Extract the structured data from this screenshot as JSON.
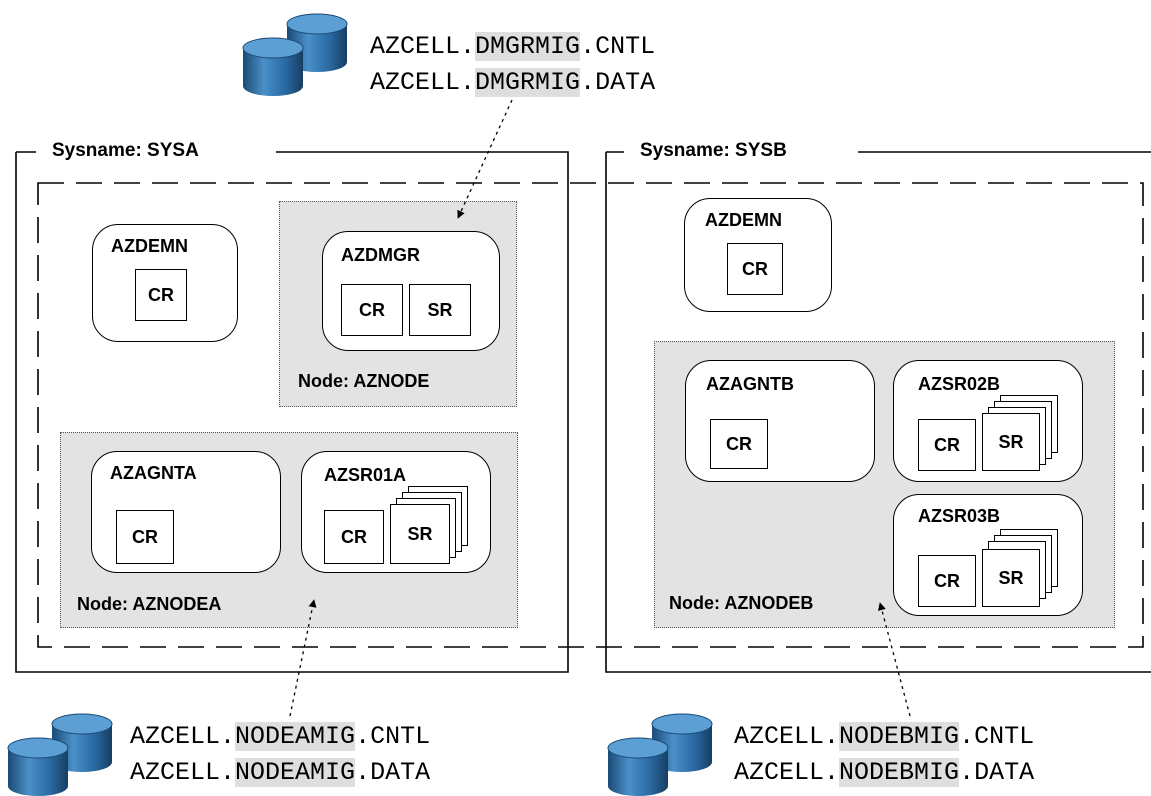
{
  "datasets": {
    "dmgr": {
      "prefix": "AZCELL.",
      "mid": "DMGRMIG",
      "cntl": ".CNTL",
      "data": ".DATA"
    },
    "nodea": {
      "prefix": "AZCELL.",
      "mid": "NODEAMIG",
      "cntl": ".CNTL",
      "data": ".DATA"
    },
    "nodeb": {
      "prefix": "AZCELL.",
      "mid": "NODEBMIG",
      "cntl": ".CNTL",
      "data": ".DATA"
    }
  },
  "sysa": {
    "title": "Sysname: SYSA",
    "azdemn": {
      "name": "AZDEMN",
      "cr": "CR"
    },
    "node_main": {
      "label": "Node: AZNODE",
      "azdmgr": {
        "name": "AZDMGR",
        "cr": "CR",
        "sr": "SR"
      }
    },
    "node_a": {
      "label": "Node: AZNODEA",
      "azagnta": {
        "name": "AZAGNTA",
        "cr": "CR"
      },
      "azsr01a": {
        "name": "AZSR01A",
        "cr": "CR",
        "sr": "SR"
      }
    }
  },
  "sysb": {
    "title": "Sysname: SYSB",
    "azdemn": {
      "name": "AZDEMN",
      "cr": "CR"
    },
    "node_b": {
      "label": "Node: AZNODEB",
      "azagntb": {
        "name": "AZAGNTB",
        "cr": "CR"
      },
      "azsr02b": {
        "name": "AZSR02B",
        "cr": "CR",
        "sr": "SR"
      },
      "azsr03b": {
        "name": "AZSR03B",
        "cr": "CR",
        "sr": "SR"
      }
    }
  },
  "colors": {
    "cylinder_dark": "#1e4f7c",
    "cylinder_light": "#3d84bd",
    "node_fill": "#e3e3e3",
    "highlight": "#dedede"
  }
}
